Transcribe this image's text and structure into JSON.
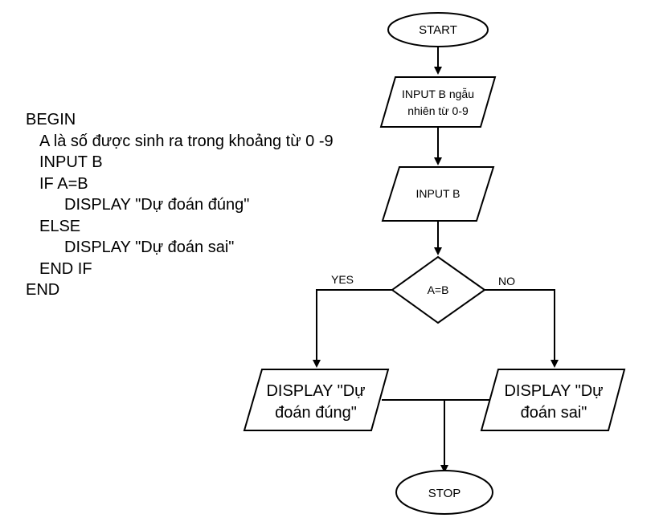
{
  "pseudocode": {
    "lines": [
      "BEGIN",
      "A là số được sinh ra trong khoảng từ 0 -9",
      "INPUT B",
      "IF A=B",
      "DISPLAY \"Dự đoán đúng\"",
      "ELSE",
      "DISPLAY \"Dự đoán sai\"",
      "END IF",
      "END"
    ]
  },
  "flowchart": {
    "start": "START",
    "input_random": [
      "INPUT B ngẫu",
      "nhiên từ  0-9"
    ],
    "input_b": "INPUT B",
    "decision": "A=B",
    "yes_label": "YES",
    "no_label": "NO",
    "display_correct": [
      "DISPLAY \"Dự",
      "đoán đúng\""
    ],
    "display_wrong": [
      "DISPLAY \"Dự",
      "đoán sai\""
    ],
    "stop": "STOP"
  }
}
